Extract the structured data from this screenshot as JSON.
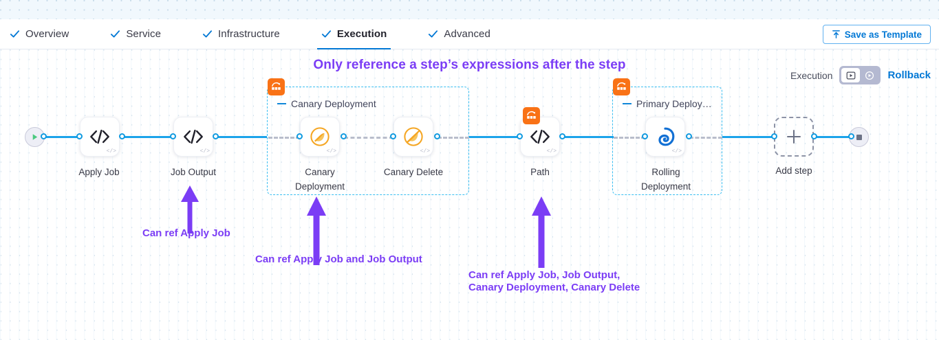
{
  "tabs": [
    {
      "label": "Overview",
      "icon": "check-icon",
      "active": false
    },
    {
      "label": "Service",
      "icon": "check-icon",
      "active": false
    },
    {
      "label": "Infrastructure",
      "icon": "check-icon",
      "active": false
    },
    {
      "label": "Execution",
      "icon": "check-icon",
      "active": true
    },
    {
      "label": "Advanced",
      "icon": "check-icon",
      "active": false
    }
  ],
  "toolbar": {
    "save_template_label": "Save as Template",
    "save_template_icon": "upload-template-icon"
  },
  "headline": "Only reference a step’s expressions after the step",
  "exec_bar": {
    "execution_label": "Execution",
    "rollback_label": "Rollback",
    "toggle": {
      "left_icon": "play-square-icon",
      "right_icon": "play-circle-icon",
      "selected": "left"
    }
  },
  "pipeline": {
    "start_icon": "play-icon",
    "end_icon": "stop-icon",
    "nodes": [
      {
        "id": "apply-job",
        "label": "Apply Job",
        "icon": "code-icon",
        "badge": "</>"
      },
      {
        "id": "job-output",
        "label": "Job Output",
        "icon": "code-icon",
        "badge": "</>"
      },
      {
        "id": "canary-deployment",
        "label": "Canary\nDeployment",
        "icon": "canary-bird-icon",
        "badge": "</>"
      },
      {
        "id": "canary-delete",
        "label": "Canary Delete",
        "icon": "canary-delete-icon",
        "badge": "</>"
      },
      {
        "id": "path",
        "label": "Path",
        "icon": "code-icon",
        "badge": "</>"
      },
      {
        "id": "rolling-deployment",
        "label": "Rolling\nDeployment",
        "icon": "harness-icon",
        "badge": "</>"
      }
    ],
    "groups": [
      {
        "id": "canary-group",
        "title": "Canary Deployment",
        "badge_icon": "step-group-icon"
      },
      {
        "id": "primary-group",
        "title": "Primary Deploy…",
        "badge_icon": "step-group-icon"
      }
    ],
    "add_step": {
      "label": "Add step",
      "icon": "plus-icon"
    }
  },
  "annotations": [
    {
      "id": "anno-1",
      "text": "Can ref Apply Job"
    },
    {
      "id": "anno-2",
      "text": "Can ref Apply Job and Job Output"
    },
    {
      "id": "anno-3",
      "line1": "Can ref Apply Job, Job Output,",
      "line2": "Canary Deployment, Canary Delete"
    }
  ],
  "colors": {
    "accent_blue": "#0278d5",
    "link_blue": "#1ba3ea",
    "group_dash": "#37bdf1",
    "annotation_purple": "#7b3df5",
    "badge_orange": "#f97216"
  }
}
